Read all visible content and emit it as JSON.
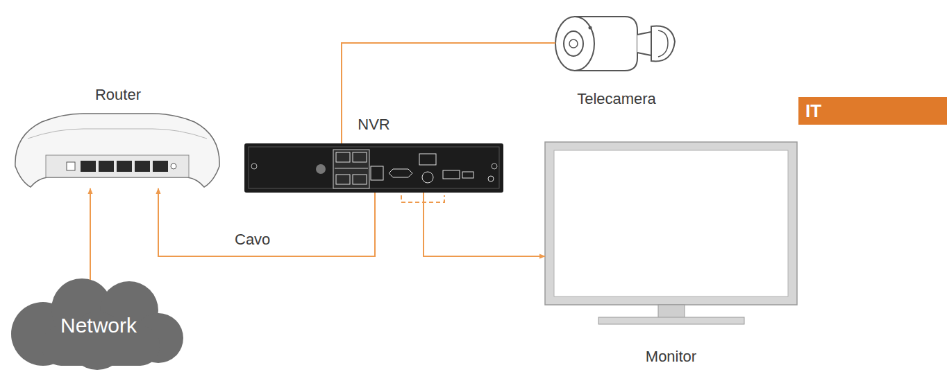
{
  "diagram": {
    "nodes": [
      {
        "text": [
          "Router"
        ]
      },
      {
        "text": [
          "Telecamera"
        ]
      },
      {
        "text": [
          "NVR"
        ]
      },
      {
        "text": [
          "IT"
        ]
      },
      {
        "text": [
          "Monitor"
        ]
      },
      {
        "text": [
          "Network"
        ]
      }
    ],
    "edges": [
      {
        "from": 5,
        "to": 0,
        "arrow": "to"
      },
      {
        "from": 2,
        "to": 0,
        "label": "Cavo",
        "arrow": "to"
      },
      {
        "from": 1,
        "to": 2,
        "arrow": "none"
      },
      {
        "from": 2,
        "to": 4,
        "arrow": "to"
      }
    ]
  }
}
